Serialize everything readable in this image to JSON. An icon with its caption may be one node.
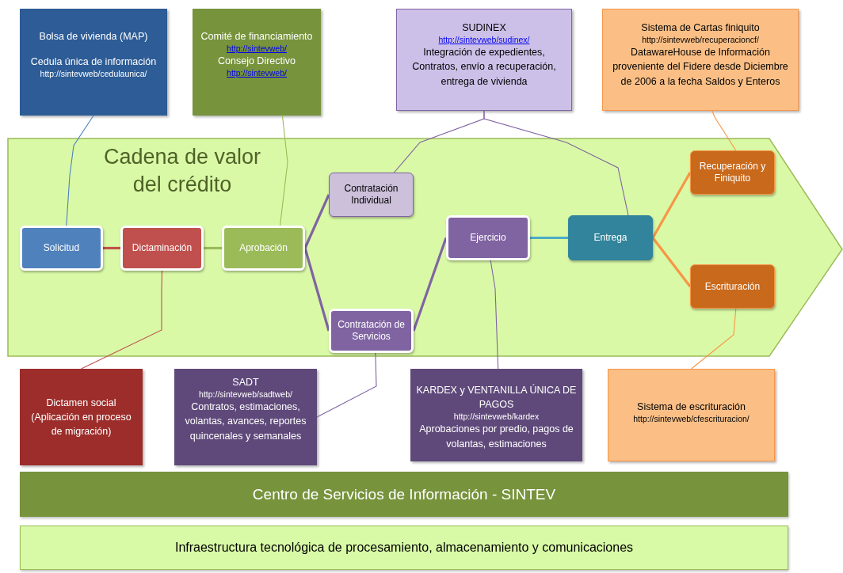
{
  "diagram": {
    "nodes": [
      {
        "text": [
          "Cadena de valor del crédito"
        ]
      },
      {
        "text": [
          "Solicitud"
        ],
        "in": 0
      },
      {
        "text": [
          "Dictaminación"
        ],
        "in": 0
      },
      {
        "text": [
          "Aprobación"
        ],
        "in": 0
      },
      {
        "text": [
          "Contratación Individual"
        ],
        "in": 0
      },
      {
        "text": [
          "Contratación de Servicios"
        ],
        "in": 0
      },
      {
        "text": [
          "Ejercicio"
        ],
        "in": 0
      },
      {
        "text": [
          "Entrega"
        ],
        "in": 0
      },
      {
        "text": [
          "Recuperación y Finiquito"
        ],
        "in": 0
      },
      {
        "text": [
          "Escrituración"
        ],
        "in": 0
      },
      {
        "text": [
          "Bolsa de vivienda (MAP)",
          "Cedula única de información",
          "http://sintevweb/cedulaunica/"
        ]
      },
      {
        "text": [
          "Comité de financiamiento",
          "http://sintevweb/",
          "Consejo Directivo",
          "http://sintevweb/"
        ]
      },
      {
        "text": [
          "SUDINEX",
          "http://sintevweb/sudinex/",
          "Integración de expedientes, Contratos, envío a recuperación, entrega de vivienda"
        ]
      },
      {
        "text": [
          "Sistema de Cartas finiquito",
          "http://sintevweb/recuperacioncf/",
          "DatawareHouse de Información proveniente del Fidere desde Diciembre de 2006 a la fecha Saldos y Enteros"
        ]
      },
      {
        "text": [
          "Dictamen social (Aplicación en proceso de migración)"
        ]
      },
      {
        "text": [
          "SADT",
          "http://sintevweb/sadtweb/",
          "Contratos, estimaciones, volantas, avances, reportes quincenales y semanales"
        ]
      },
      {
        "text": [
          "KARDEX y VENTANILLA ÚNICA DE PAGOS",
          "http://sintevweb/kardex",
          "Aprobaciones por predio, pagos de volantas, estimaciones"
        ]
      },
      {
        "text": [
          "Sistema de escrituración",
          "http://sintevweb/cfescrituracion/"
        ]
      },
      {
        "text": [
          "Centro de Servicios de Información - SINTEV"
        ]
      },
      {
        "text": [
          "Infraestructura tecnológica de procesamiento, almacenamiento y comunicaciones"
        ]
      }
    ],
    "edges": [
      {
        "from": 1,
        "to": 2,
        "arrow": "none",
        "style": "thick",
        "color": "#c0504d"
      },
      {
        "from": 2,
        "to": 3,
        "arrow": "none",
        "style": "thick",
        "color": "#9bbb59"
      },
      {
        "from": 3,
        "to": 4,
        "arrow": "none",
        "style": "thick",
        "color": "#8064a2"
      },
      {
        "from": 3,
        "to": 5,
        "arrow": "none",
        "style": "thick",
        "color": "#8064a2"
      },
      {
        "from": 5,
        "to": 6,
        "arrow": "none",
        "style": "thick",
        "color": "#8064a2"
      },
      {
        "from": 6,
        "to": 7,
        "arrow": "none",
        "style": "thick",
        "color": "#4bacc6"
      },
      {
        "from": 7,
        "to": 8,
        "arrow": "none",
        "style": "thick",
        "color": "#f79646"
      },
      {
        "from": 7,
        "to": 9,
        "arrow": "none",
        "style": "thick",
        "color": "#f79646"
      },
      {
        "from": 10,
        "to": 1,
        "arrow": "none",
        "color": "#4f81bd"
      },
      {
        "from": 11,
        "to": 3,
        "arrow": "none",
        "color": "#9bbb59"
      },
      {
        "from": 12,
        "to": 4,
        "arrow": "none",
        "color": "#8064a2"
      },
      {
        "from": 12,
        "to": 7,
        "arrow": "none",
        "color": "#8064a2"
      },
      {
        "from": 13,
        "to": 8,
        "arrow": "none",
        "color": "#f79646"
      },
      {
        "from": 2,
        "to": 14,
        "arrow": "none",
        "color": "#c0504d"
      },
      {
        "from": 5,
        "to": 15,
        "arrow": "none",
        "color": "#8064a2"
      },
      {
        "from": 6,
        "to": 16,
        "arrow": "none",
        "color": "#8064a2"
      },
      {
        "from": 9,
        "to": 17,
        "arrow": "none",
        "color": "#f79646"
      }
    ]
  }
}
